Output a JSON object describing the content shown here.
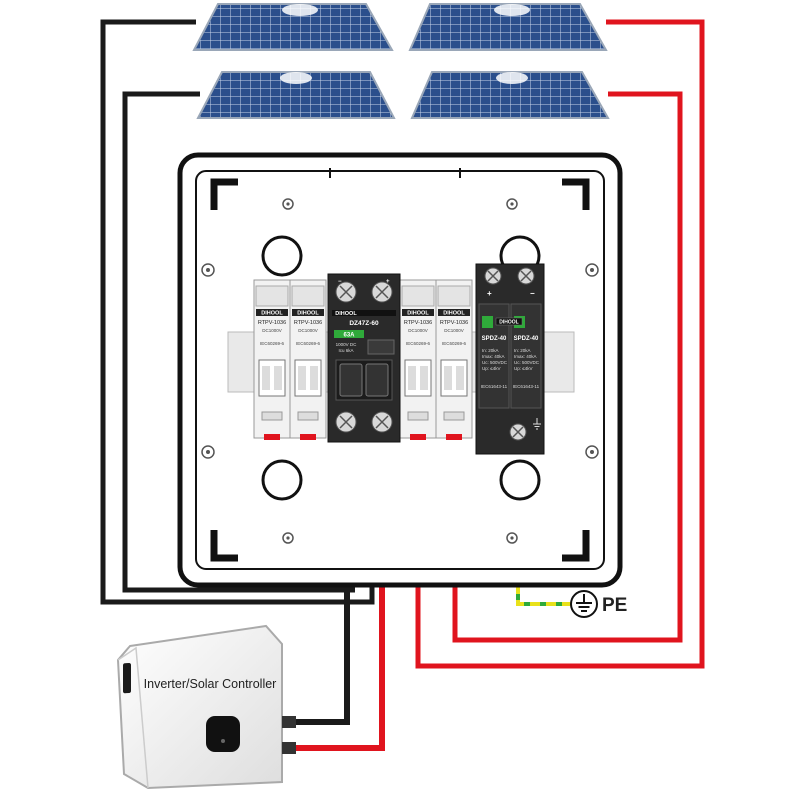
{
  "colors": {
    "wire_black": "#1a1a1a",
    "wire_red": "#e0141e",
    "wire_ground_yellow": "#e8e11a",
    "wire_ground_green": "#2faa3a",
    "panel_cell": "#2b4f8c",
    "enclosure_stroke": "#111111",
    "breaker_body": "#f2f2f2",
    "dark_module": "#2a2a2a"
  },
  "solar_panels": [
    {
      "name": "top-left"
    },
    {
      "name": "top-right"
    },
    {
      "name": "bottom-left"
    },
    {
      "name": "bottom-right"
    }
  ],
  "fuse_holders": {
    "brand": "DIHOOL",
    "model": "RTPV-1036",
    "rating": "DC1000V",
    "standard": "IEC60269-6"
  },
  "breaker": {
    "brand": "DIHOOL",
    "model": "DZ47Z-60",
    "current": "63A",
    "voltage": "1000V DC",
    "note": "Icu 6kA"
  },
  "spd": {
    "brand": "DIHOOL",
    "model": "SPDZ-40",
    "specs": [
      "In: 20kA",
      "Imax: 40kA",
      "Uc: 500VDC",
      "Up: ≤4kV"
    ],
    "standard": "IEC61643-11",
    "plus": "+",
    "minus": "−"
  },
  "inverter": {
    "label": "Inverter/Solar Controller"
  },
  "ground": {
    "label": "PE"
  }
}
